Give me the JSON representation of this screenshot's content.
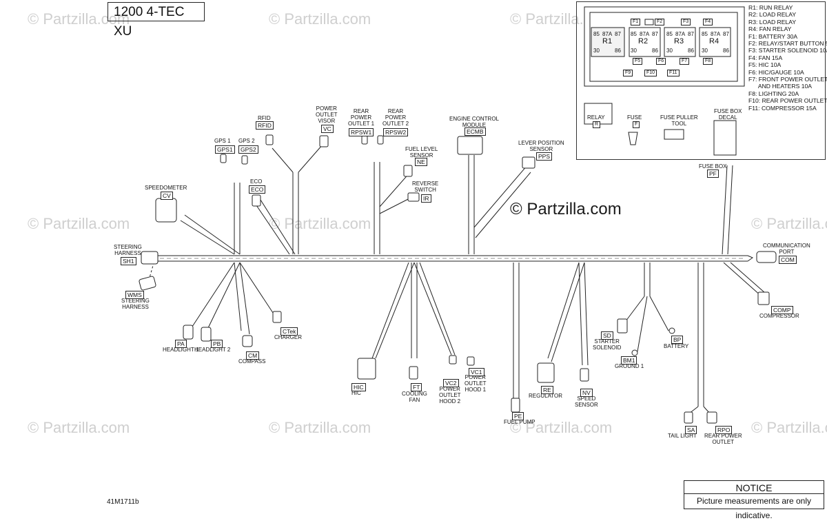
{
  "title": "1200 4-TEC XU",
  "figure_code": "41M1711b",
  "watermark": "© Partzilla.com",
  "notice": {
    "title": "NOTICE",
    "text": "Picture measurements are only indicative."
  },
  "fuse_box": {
    "legend": [
      "R1: RUN RELAY",
      "R2: LOAD RELAY",
      "R3: LOAD RELAY",
      "R4: FAN RELAY",
      "F1: BATTERY 30A",
      "F2: RELAY/START BUTTON 5A",
      "F3: STARTER SOLENOID 10A",
      "F4: FAN 15A",
      "F5: HIC 10A",
      "F6: HIC/GAUGE 10A",
      "F7: FRONT POWER OUTLET",
      "      AND HEATERS 10A",
      "F8: LIGHTING 20A",
      "F10: REAR POWER OUTLET 15A",
      "F11: COMPRESSOR 15A"
    ],
    "fuses_top": [
      "F1",
      "F2",
      "F3",
      "F4"
    ],
    "fuses_mid": [
      "F5",
      "F6",
      "F7",
      "F8"
    ],
    "fuses_bottom": [
      "F9",
      "F10",
      "F11"
    ],
    "relays": [
      "R1",
      "R2",
      "R3",
      "R4"
    ],
    "relay_pins": [
      "85",
      "87A",
      "87",
      "30",
      "86"
    ],
    "parts": [
      {
        "name": "RELAY",
        "code": "R"
      },
      {
        "name": "FUSE",
        "code": "F"
      },
      {
        "name": "FUSE PULLER\nTOOL",
        "code": ""
      },
      {
        "name": "FUSE BOX\nDECAL",
        "code": ""
      }
    ]
  },
  "connectors": [
    {
      "name": "SPEEDOMETER",
      "code": "CV"
    },
    {
      "name": "STEERING\nHARNESS",
      "code": "SH1"
    },
    {
      "name": "STEERING\nHARNESS",
      "code": "WMS"
    },
    {
      "name": "HEADLIGHT 1",
      "code": "PA"
    },
    {
      "name": "HEADLIGHT 2",
      "code": "PB"
    },
    {
      "name": "COMPASS",
      "code": "CM"
    },
    {
      "name": "CHARGER",
      "code": "CTek"
    },
    {
      "name": "GPS 1",
      "code": "GPS1"
    },
    {
      "name": "GPS 2",
      "code": "GPS2"
    },
    {
      "name": "ECO",
      "code": "ECO"
    },
    {
      "name": "RFID",
      "code": "RFID"
    },
    {
      "name": "POWER\nOUTLET\nVISOR",
      "code": "VC"
    },
    {
      "name": "REAR\nPOWER\nOUTLET 1",
      "code": "RPSW1"
    },
    {
      "name": "REAR\nPOWER\nOUTLET 2",
      "code": "RPSW2"
    },
    {
      "name": "FUEL LEVEL\nSENSOR",
      "code": "NE"
    },
    {
      "name": "REVERSE\nSWITCH",
      "code": "IR"
    },
    {
      "name": "ENGINE CONTROL\nMODULE",
      "code": "ECMB"
    },
    {
      "name": "LEVER POSITION\nSENSOR",
      "code": "PPS"
    },
    {
      "name": "FUSE BOX",
      "code": "PF"
    },
    {
      "name": "COMMUNICATION\nPORT",
      "code": "COM"
    },
    {
      "name": "COMPRESSOR",
      "code": "COMP"
    },
    {
      "name": "HIC",
      "code": "HIC"
    },
    {
      "name": "COOLING\nFAN",
      "code": "FT"
    },
    {
      "name": "POWER\nOUTLET\nHOOD 2",
      "code": "VC2"
    },
    {
      "name": "POWER\nOUTLET\nHOOD 1",
      "code": "VC1"
    },
    {
      "name": "FUEL PUMP",
      "code": "PE"
    },
    {
      "name": "REGULATOR",
      "code": "RE"
    },
    {
      "name": "SPEED\nSENSOR",
      "code": "NV"
    },
    {
      "name": "STARTER\nSOLENOID",
      "code": "SD"
    },
    {
      "name": "GROUND 1",
      "code": "BM1"
    },
    {
      "name": "BATTERY",
      "code": "BP"
    },
    {
      "name": "TAIL LIGHT",
      "code": "SA"
    },
    {
      "name": "REAR POWER\nOUTLET",
      "code": "RPO"
    }
  ]
}
